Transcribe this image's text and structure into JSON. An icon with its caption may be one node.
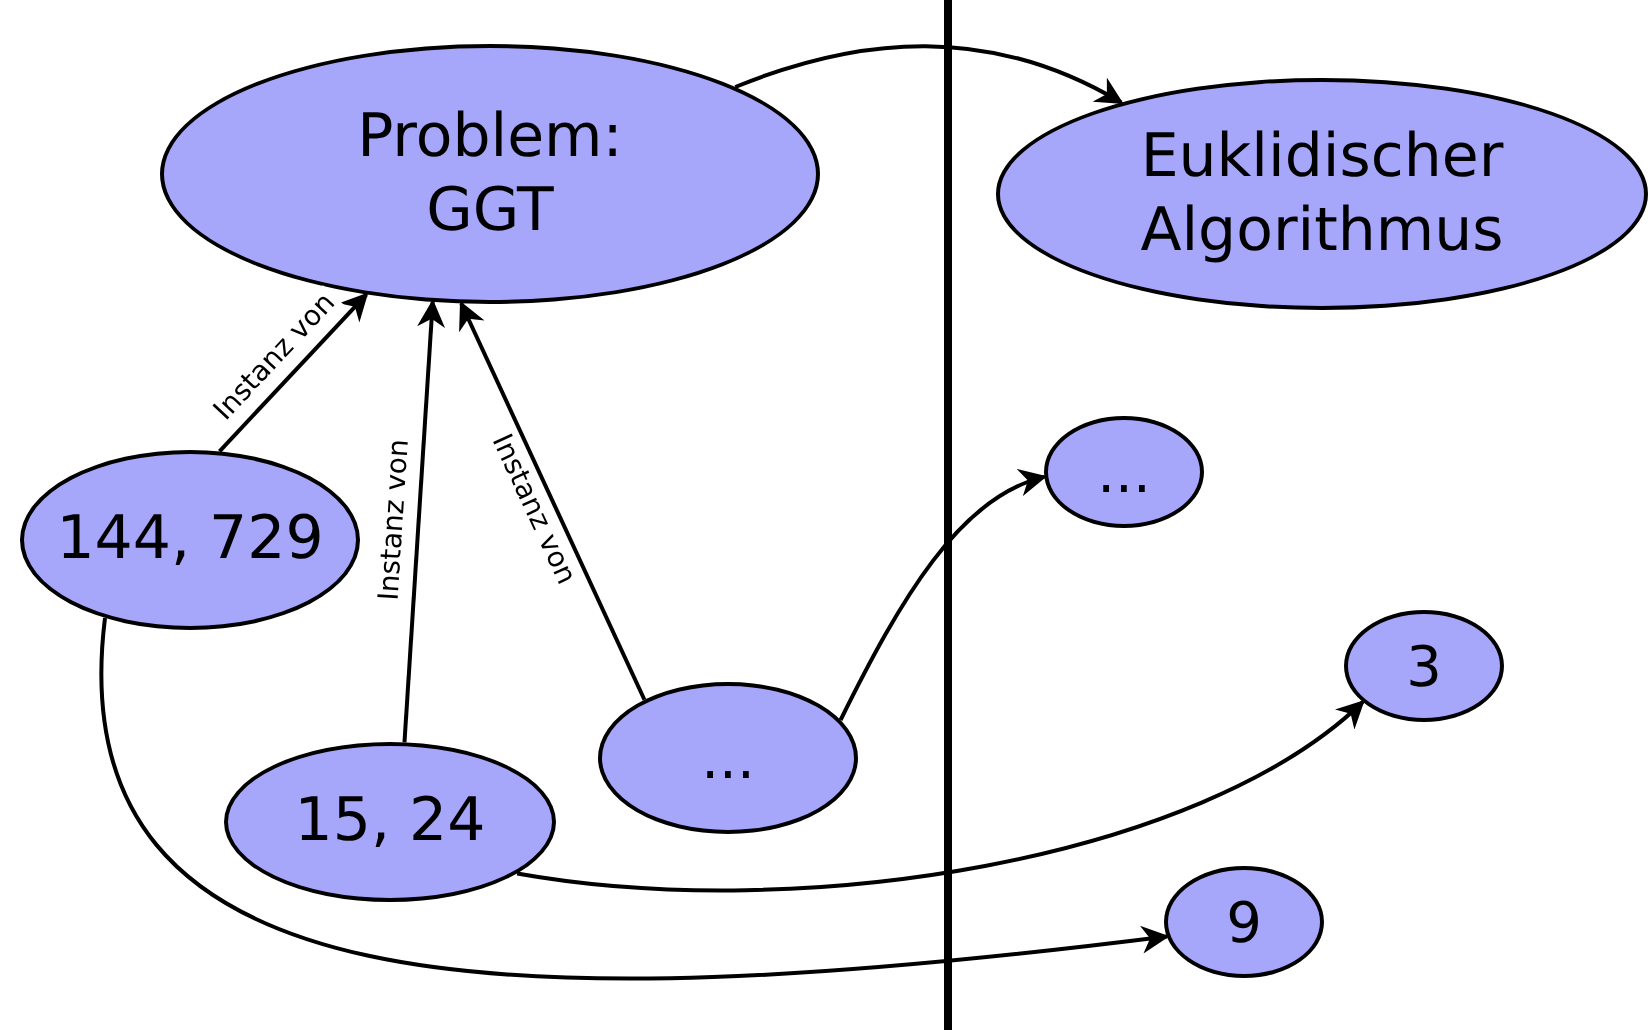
{
  "diagram": {
    "nodes": [
      {
        "text": [
          "Problem: GGT"
        ]
      },
      {
        "text": [
          "Euklidischer Algorithmus"
        ]
      },
      {
        "text": [
          "144, 729"
        ]
      },
      {
        "text": [
          "15, 24"
        ]
      },
      {
        "text": [
          "..."
        ]
      },
      {
        "text": [
          "..."
        ]
      },
      {
        "text": [
          "3"
        ]
      },
      {
        "text": [
          "9"
        ]
      }
    ],
    "edges": [
      {
        "from": 0,
        "to": 1,
        "arrow": "to"
      },
      {
        "from": 2,
        "to": 0,
        "arrow": "to",
        "label": "Instanz von"
      },
      {
        "from": 3,
        "to": 0,
        "arrow": "to",
        "label": "Instanz von"
      },
      {
        "from": 4,
        "to": 0,
        "arrow": "to",
        "label": "Instanz von"
      },
      {
        "from": 4,
        "to": 5,
        "arrow": "to"
      },
      {
        "from": 3,
        "to": 6,
        "arrow": "to"
      },
      {
        "from": 2,
        "to": 7,
        "arrow": "to"
      }
    ]
  }
}
